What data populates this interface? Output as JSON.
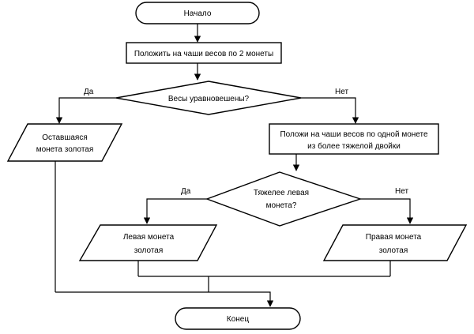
{
  "nodes": {
    "start": "Начало",
    "step1": "Положить на чаши весов по 2 монеты",
    "decision1": "Весы уравновешены?",
    "remaining": [
      "Оставшаяся",
      "монета золотая"
    ],
    "step2": [
      "Положи на чаши весов по одной монете",
      "из более тяжелой двойки"
    ],
    "decision2": [
      "Тяжелее левая",
      "монета?"
    ],
    "left_gold": [
      "Левая монета",
      "золотая"
    ],
    "right_gold": [
      "Правая монета",
      "золотая"
    ],
    "end": "Конец"
  },
  "edges": {
    "d1_yes": "Да",
    "d1_no": "Нет",
    "d2_yes": "Да",
    "d2_no": "Нет"
  }
}
